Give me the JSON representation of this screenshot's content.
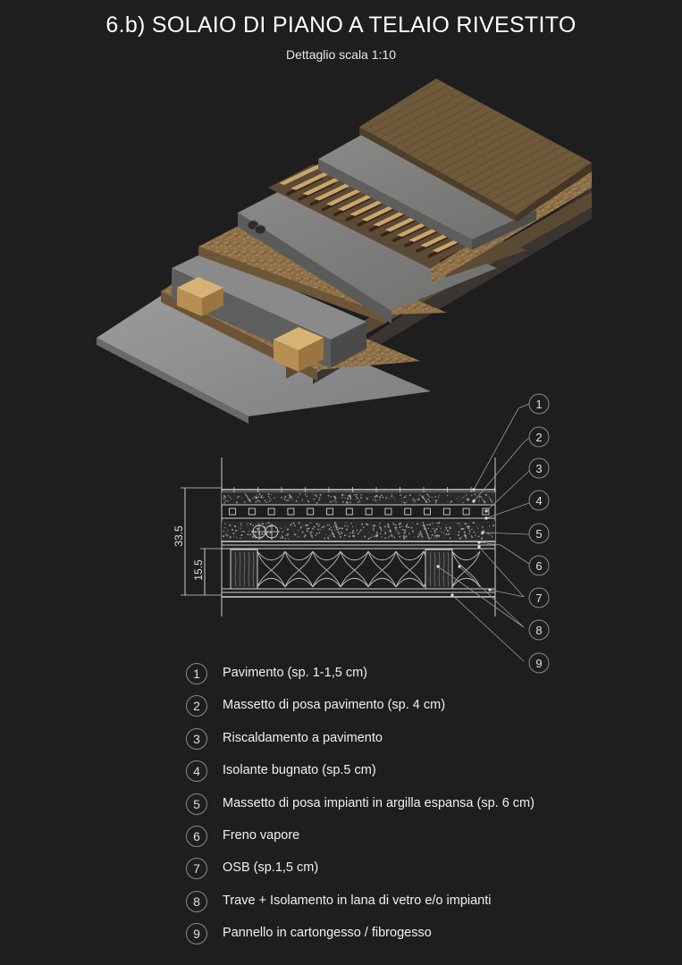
{
  "title": "6.b) SOLAIO DI PIANO A TELAIO RIVESTITO",
  "subtitle": "Dettaglio scala 1:10",
  "section": {
    "dim_total": "33.5",
    "dim_beam": "15.5",
    "callouts": [
      "1",
      "2",
      "3",
      "4",
      "5",
      "6",
      "7",
      "8",
      "9"
    ]
  },
  "legend": [
    {
      "num": "1",
      "text": "Pavimento (sp. 1-1,5 cm)"
    },
    {
      "num": "2",
      "text": "Massetto di posa pavimento (sp. 4 cm)"
    },
    {
      "num": "3",
      "text": "Riscaldamento a pavimento"
    },
    {
      "num": "4",
      "text": "Isolante bugnato (sp.5 cm)"
    },
    {
      "num": "5",
      "text": "Massetto di posa impianti in argilla espansa (sp. 6 cm)"
    },
    {
      "num": "6",
      "text": "Freno vapore"
    },
    {
      "num": "7",
      "text": "OSB (sp.1,5 cm)"
    },
    {
      "num": "8",
      "text": "Trave + Isolamento in lana di vetro e/o impianti"
    },
    {
      "num": "9",
      "text": "Pannello in cartongesso / fibrogesso"
    }
  ],
  "colors": {
    "background": "#1e1e1e",
    "concrete": "#8f8f8f",
    "wood_floor": "#6e5a3c",
    "osb": "#8a6e44",
    "timber": "#c9a66a",
    "line": "#d0d0d0"
  }
}
